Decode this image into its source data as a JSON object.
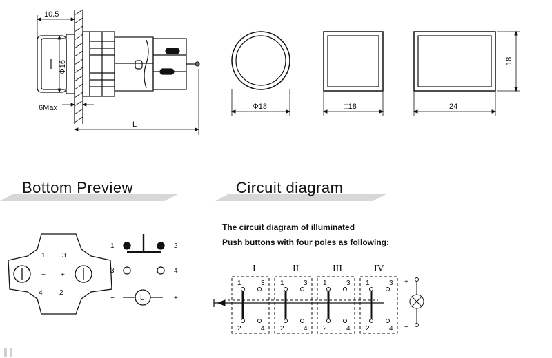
{
  "dimensions": {
    "panel_depth": "10.5",
    "diameter_16": "Φ16",
    "panel_max": "6Max",
    "length": "L",
    "round_diameter": "Φ18",
    "square_size": "□18",
    "rect_width": "24",
    "rect_height": "18"
  },
  "sections": {
    "bottom_preview": "Bottom Preview",
    "circuit_diagram": "Circuit diagram"
  },
  "circuit_note": {
    "line1": "The circuit diagram of illuminated",
    "line2": "Push buttons with four poles as following:"
  },
  "bottom_view": {
    "num_1": "1",
    "num_2": "2",
    "num_3": "3",
    "num_4": "4",
    "minus": "−",
    "plus": "+"
  },
  "switch_symbol": {
    "t1": "1",
    "t2": "2",
    "t3": "3",
    "t4": "4",
    "minus": "−",
    "plus": "+",
    "lamp": "L"
  },
  "poles": {
    "labels": [
      "I",
      "II",
      "III",
      "IV"
    ],
    "top_terms": [
      "1",
      "3"
    ],
    "bottom_terms": [
      "2",
      "4"
    ]
  },
  "lamp_terms": {
    "plus": "+",
    "minus": "−"
  }
}
